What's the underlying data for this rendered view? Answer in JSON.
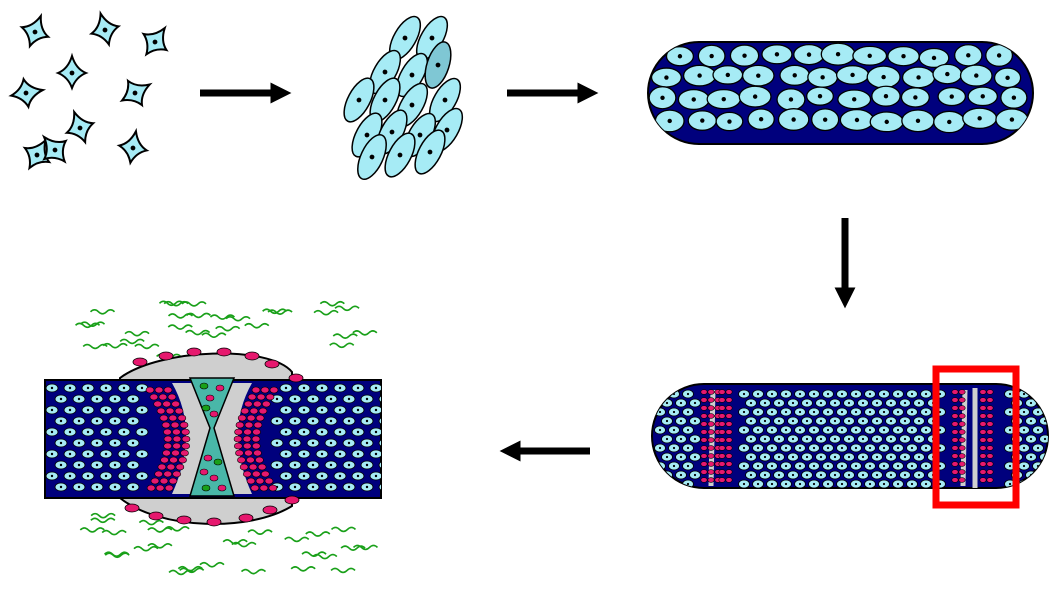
{
  "colors": {
    "background": "#ffffff",
    "cell_fill": "#a6ebf5",
    "cell_fill_dark": "#7fc7d4",
    "outline": "#000000",
    "matrix": "#00007d",
    "chondrocyte": "#e6186e",
    "callus": "#cfcfcf",
    "fiber": "#19a019",
    "highlight": "#ff0000",
    "arrow": "#000000"
  },
  "icons": {
    "arrow": "arrow-icon",
    "cell": "cell-icon",
    "selection": "highlight-box"
  },
  "stages": [
    {
      "id": "scattered-cells",
      "cell_count": 10
    },
    {
      "id": "condensation",
      "cell_count": 16
    },
    {
      "id": "cartilage-rod",
      "cell_count": 54
    },
    {
      "id": "segmenting-rod"
    },
    {
      "id": "joint-cavitation"
    }
  ],
  "flow": [
    "right",
    "right",
    "down",
    "left"
  ]
}
